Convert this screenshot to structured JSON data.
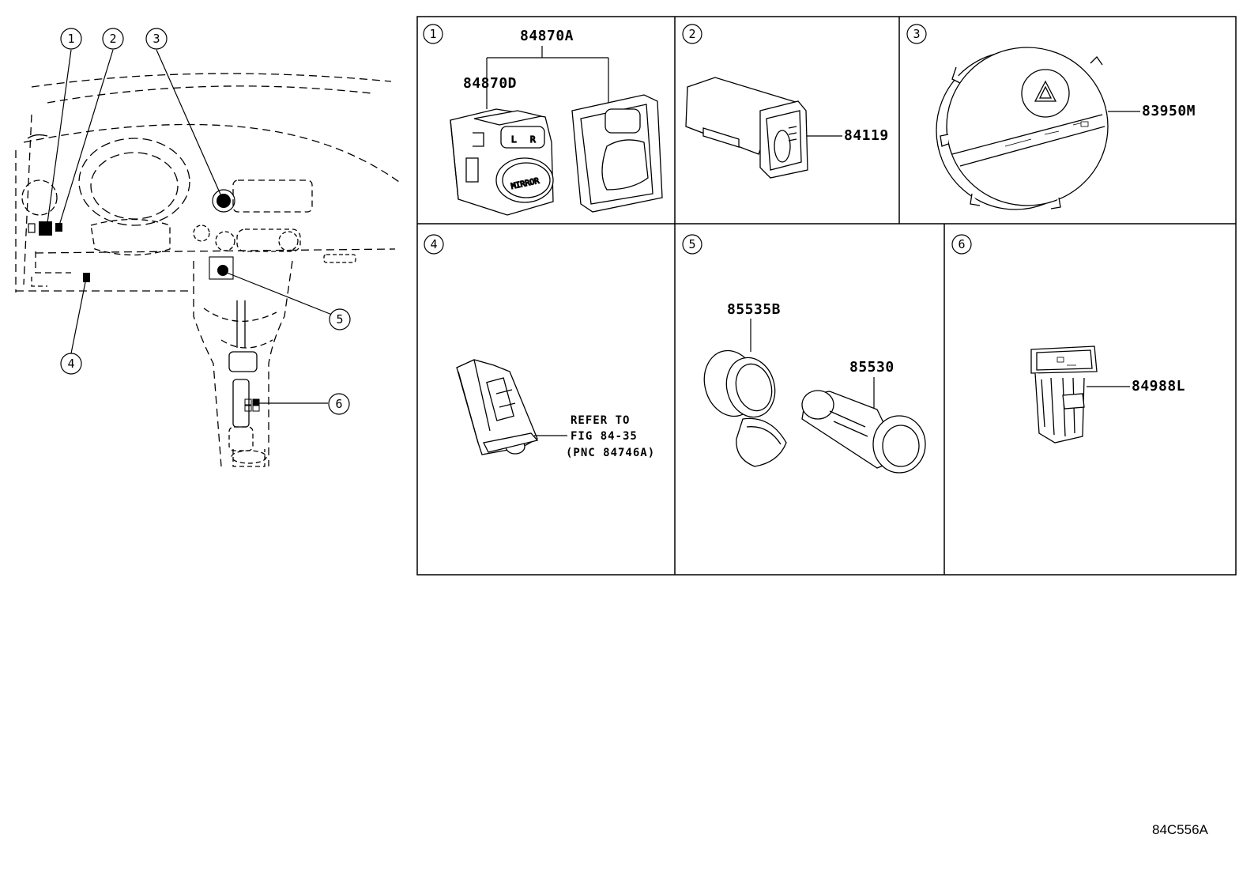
{
  "overview": {
    "callouts": [
      "1",
      "2",
      "3",
      "4",
      "5",
      "6"
    ]
  },
  "panels": [
    {
      "number": "1",
      "parts": [
        "84870A",
        "84870D"
      ],
      "switch_text": {
        "left": "L",
        "right": "R",
        "knob": "MIRROR"
      }
    },
    {
      "number": "2",
      "parts": [
        "84119"
      ]
    },
    {
      "number": "3",
      "parts": [
        "83950M"
      ]
    },
    {
      "number": "4",
      "note": [
        "REFER TO",
        "FIG 84-35",
        "(PNC 84746A)"
      ]
    },
    {
      "number": "5",
      "parts": [
        "85535B",
        "85530"
      ]
    },
    {
      "number": "6",
      "parts": [
        "84988L"
      ]
    }
  ],
  "figure_code": "84C556A"
}
